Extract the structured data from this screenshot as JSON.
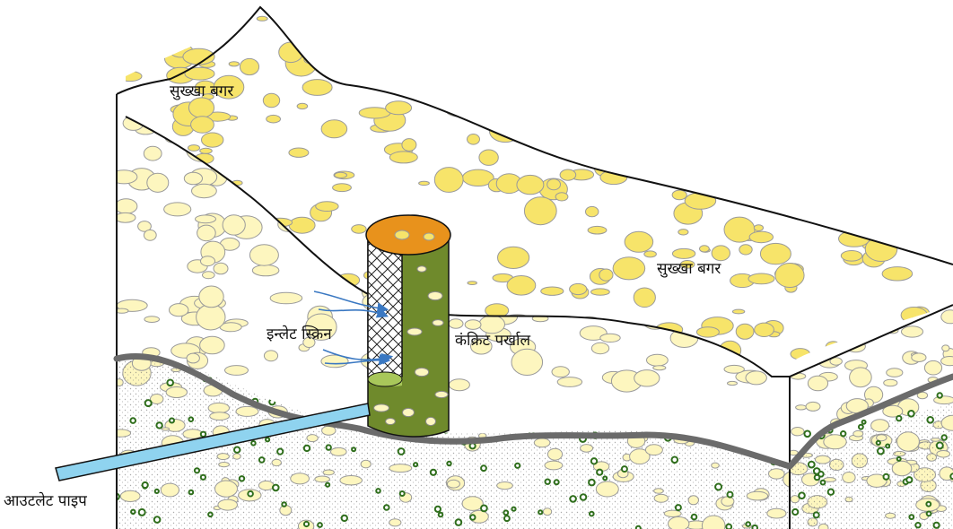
{
  "labels": {
    "dry_sand_top": "सुख्खा बगर",
    "dry_sand_right": "सुख्खा बगर",
    "inlet_screen": "इन्लेट स्क्रिन",
    "concrete_wall": "कंक्रिट पर्खाल",
    "outlet_pipe": "आउटलेट पाइप"
  },
  "colors": {
    "outline": "#111111",
    "pebble_fill": "#fdf6bf",
    "pebble_top_fill": "#f7e46a",
    "pebble_stroke": "#9a9a9a",
    "cap": "#e8921c",
    "well_body": "#6f8a2c",
    "well_inner": "#a8c75a",
    "pipe": "#8fd3ef",
    "arrow": "#3a78c2",
    "impermeable_layer": "#6b6b6b",
    "dot_green": "#2f6e1c"
  },
  "icons": {
    "inflow_arrows": "curved-arrow-icon"
  }
}
